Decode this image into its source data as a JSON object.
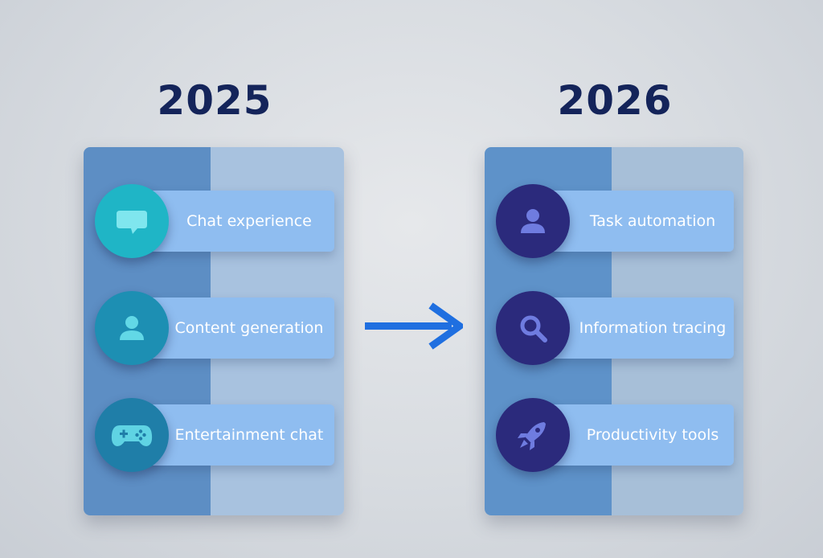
{
  "columns": [
    {
      "year": "2025",
      "items": [
        {
          "label": "Chat experience",
          "icon": "speech-bubble-icon"
        },
        {
          "label": "Content generation",
          "icon": "user-icon"
        },
        {
          "label": "Entertainment chat",
          "icon": "gamepad-icon"
        }
      ]
    },
    {
      "year": "2026",
      "items": [
        {
          "label": "Task automation",
          "icon": "user-icon"
        },
        {
          "label": "Information tracing",
          "icon": "magnifier-icon"
        },
        {
          "label": "Productivity tools",
          "icon": "rocket-icon"
        }
      ]
    }
  ],
  "colors": {
    "title": "#14245a",
    "card": "#8fbdf0",
    "arrow": "#1f6fe0",
    "teal_circle": "#1d8fb3",
    "navy_circle": "#2b2a7c",
    "teal_icon": "#62d8e6",
    "navy_icon": "#6f7ce0"
  }
}
